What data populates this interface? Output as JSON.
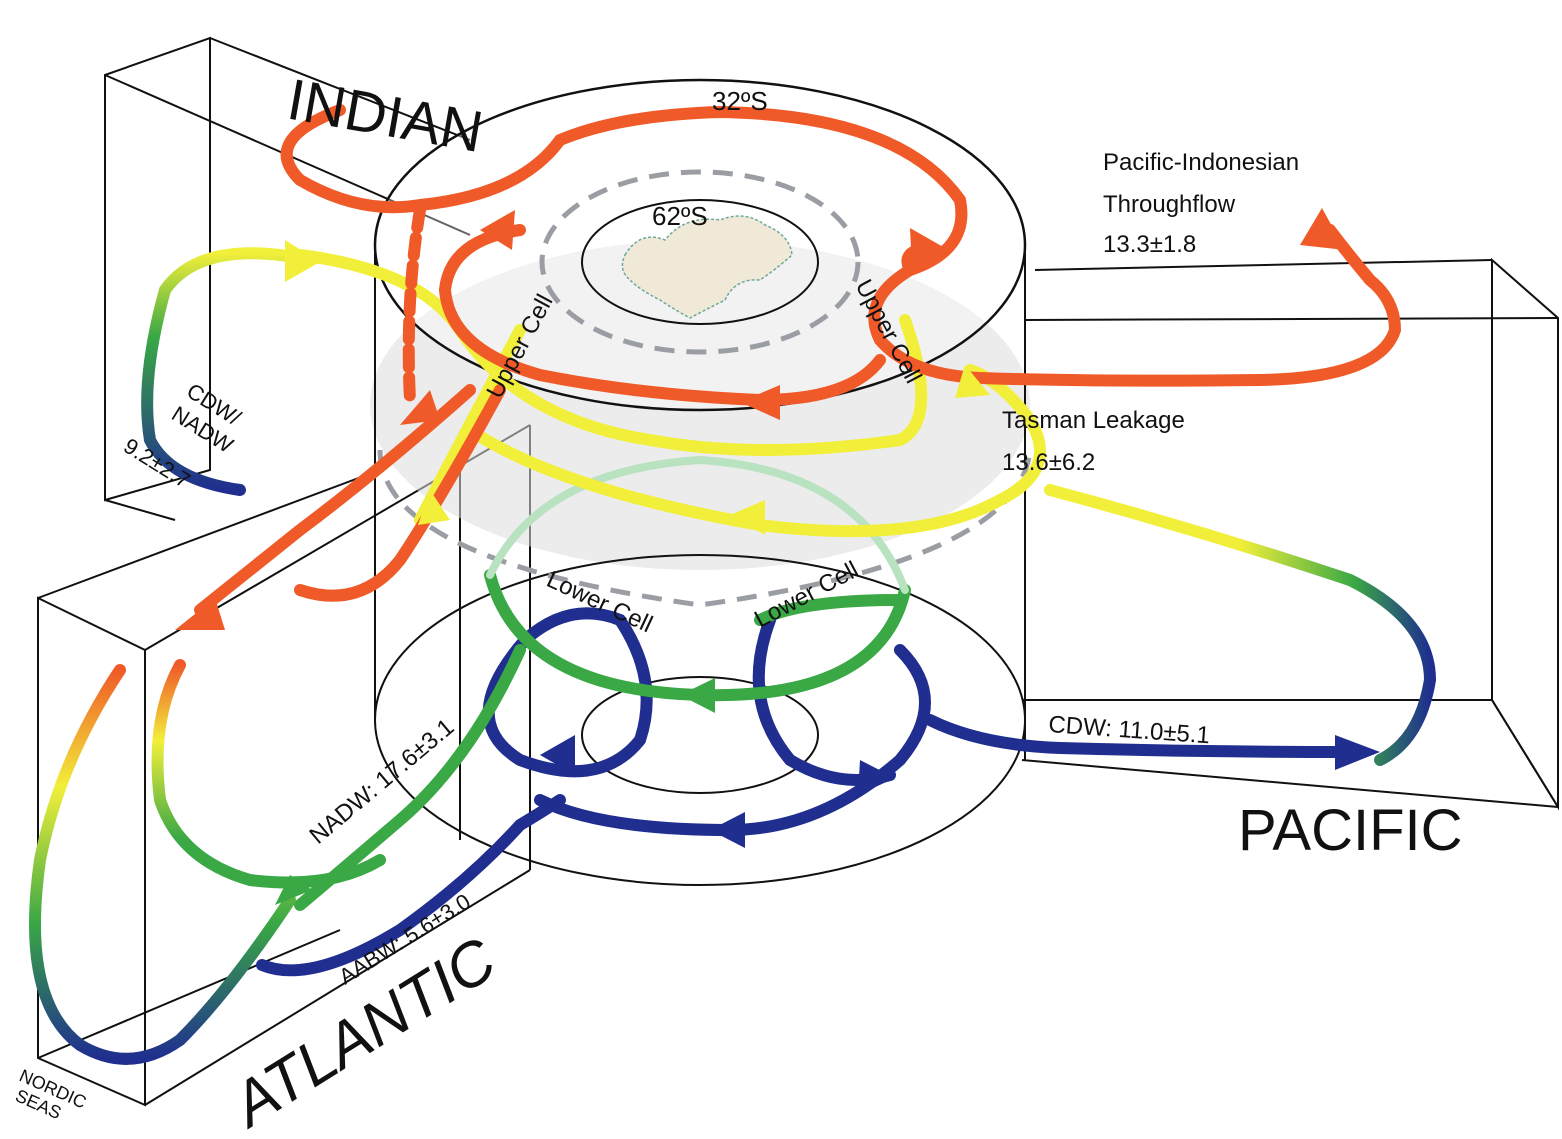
{
  "basins": {
    "indian": "INDIAN",
    "pacific": "PACIFIC",
    "atlantic": "ATLANTIC",
    "nordic_line1": "NORDIC",
    "nordic_line2": "SEAS"
  },
  "latitudes": {
    "outer": "32ºS",
    "inner": "62ºS"
  },
  "cells": {
    "upper": "Upper Cell",
    "lower": "Lower Cell"
  },
  "fluxes": {
    "throughflow_line1": "Pacific-Indonesian",
    "throughflow_line2": "Throughflow",
    "throughflow_value": "13.3±1.8",
    "tasman_label": "Tasman Leakage",
    "tasman_value": "13.6±6.2",
    "cdw_nadw_line1": "CDW/",
    "cdw_nadw_line2": "NADW",
    "cdw_nadw_value": "9.2±2.7",
    "cdw_pacific": "CDW: 11.0±5.1",
    "nadw_atlantic": "NADW: 17.6±3.1",
    "aabw_atlantic": "AABW: 5.6±3.0"
  },
  "colors": {
    "upper_flow": "#f05a28",
    "intermediate_flow": "#f2ef3a",
    "lower_flow": "#3aa845",
    "deep_flow": "#1f2e8f",
    "antarctica": "#f1e9d8",
    "shading": "#dcdcdc",
    "dashed_ring": "#9a9da3"
  }
}
